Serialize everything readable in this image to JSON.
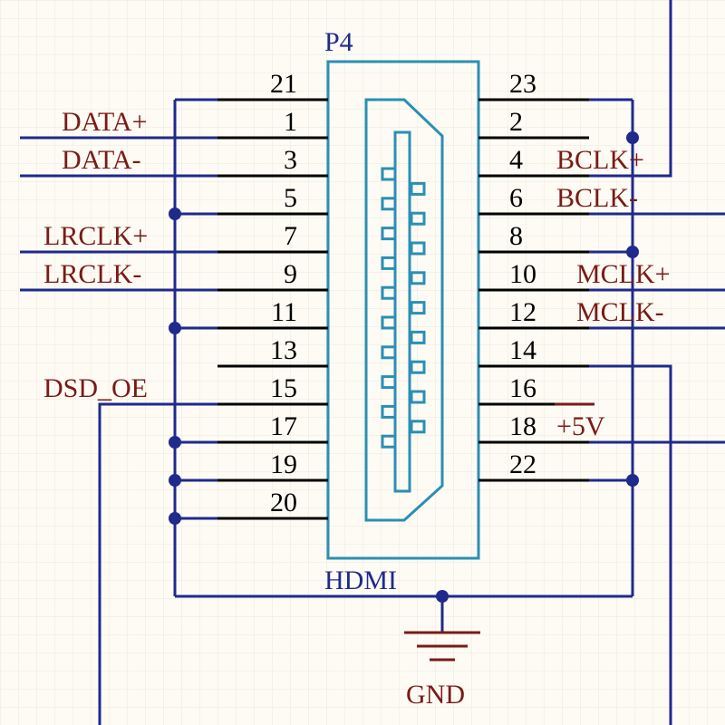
{
  "component": {
    "designator": "P4",
    "comment": "HDMI"
  },
  "pins_left": [
    {
      "number": "21",
      "net": ""
    },
    {
      "number": "1",
      "net": "DATA+"
    },
    {
      "number": "3",
      "net": "DATA-"
    },
    {
      "number": "5",
      "net": ""
    },
    {
      "number": "7",
      "net": "LRCLK+"
    },
    {
      "number": "9",
      "net": "LRCLK-"
    },
    {
      "number": "11",
      "net": ""
    },
    {
      "number": "13",
      "net": ""
    },
    {
      "number": "15",
      "net": "DSD_OE"
    },
    {
      "number": "17",
      "net": ""
    },
    {
      "number": "19",
      "net": ""
    },
    {
      "number": "20",
      "net": ""
    }
  ],
  "pins_right": [
    {
      "number": "23",
      "net": ""
    },
    {
      "number": "2",
      "net": ""
    },
    {
      "number": "4",
      "net": "BCLK+"
    },
    {
      "number": "6",
      "net": "BCLK-"
    },
    {
      "number": "8",
      "net": ""
    },
    {
      "number": "10",
      "net": "MCLK+"
    },
    {
      "number": "12",
      "net": "MCLK-"
    },
    {
      "number": "14",
      "net": ""
    },
    {
      "number": "16",
      "net": ""
    },
    {
      "number": "18",
      "net": "+5V"
    },
    {
      "number": "22",
      "net": ""
    }
  ],
  "power": {
    "ground_label": "GND"
  },
  "colors": {
    "wire": "#1f2a8c",
    "pin": "#000000",
    "body": "#2a8fb5",
    "net_label": "#7a1a16",
    "grid": "#ece8dc",
    "background": "#fdfbf4"
  }
}
